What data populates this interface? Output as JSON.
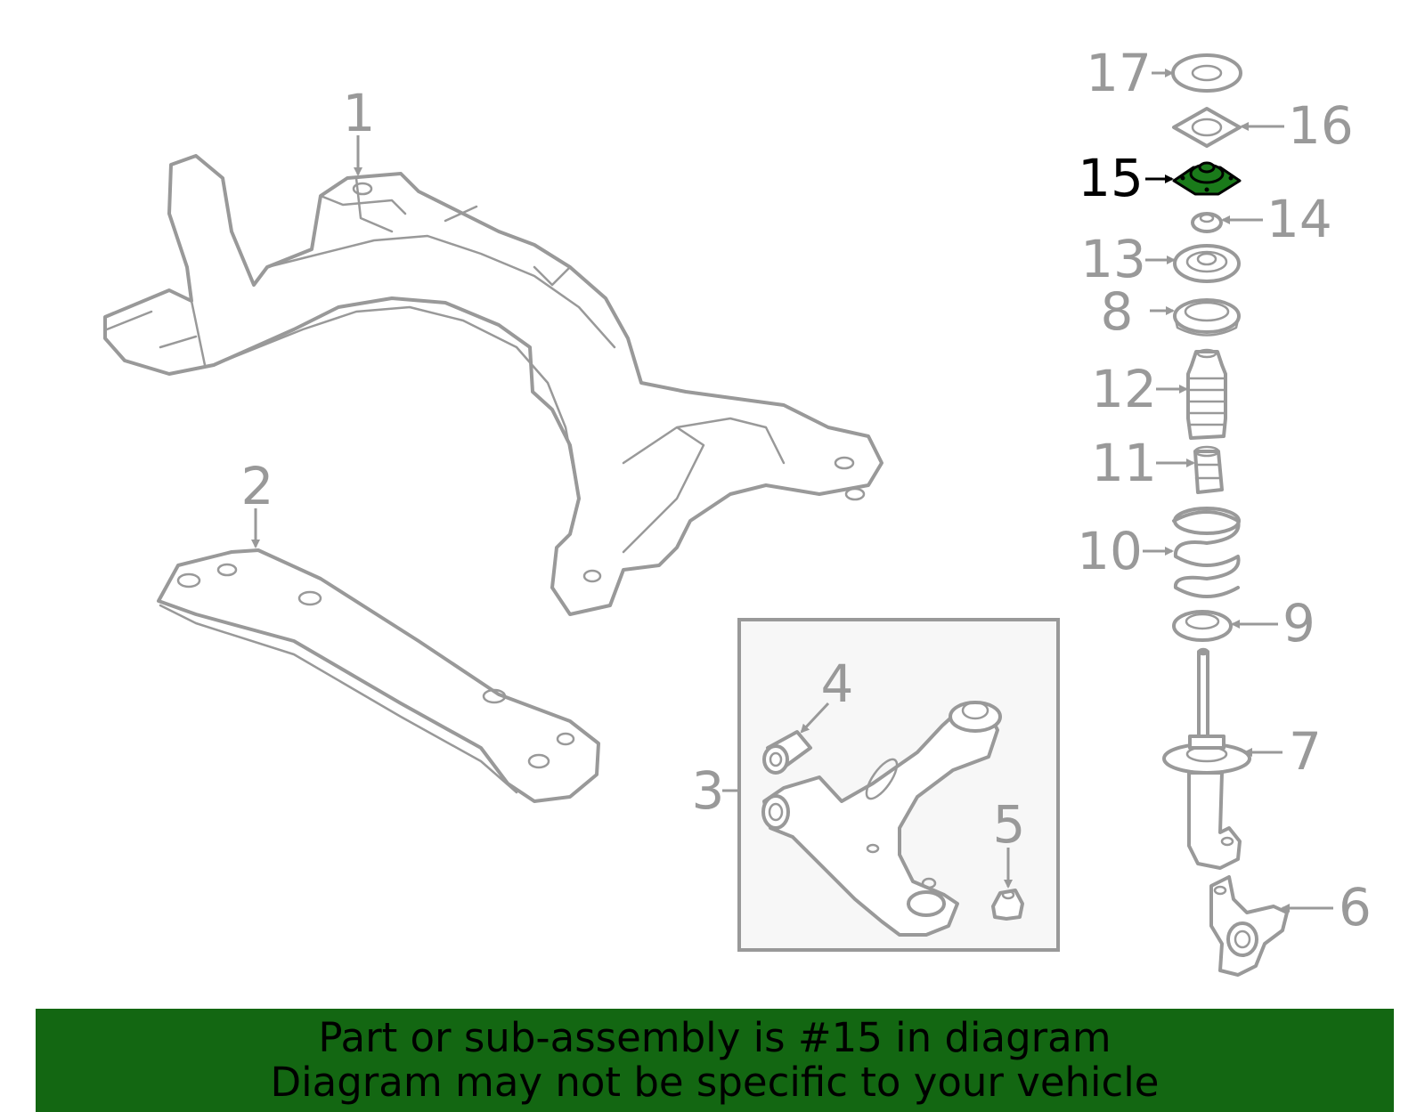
{
  "callouts": {
    "c1": "1",
    "c2": "2",
    "c3": "3",
    "c4": "4",
    "c5": "5",
    "c6": "6",
    "c7": "7",
    "c8": "8",
    "c9": "9",
    "c10": "10",
    "c11": "11",
    "c12": "12",
    "c13": "13",
    "c14": "14",
    "c15": "15",
    "c16": "16",
    "c17": "17"
  },
  "highlight": {
    "part": "15",
    "color": "#1a7a1a"
  },
  "colors": {
    "banner": "#136712",
    "line_art": "#999999"
  },
  "banner": {
    "line1": "Part or sub-assembly is #15 in diagram",
    "line2": "Diagram may not be specific to your vehicle"
  }
}
